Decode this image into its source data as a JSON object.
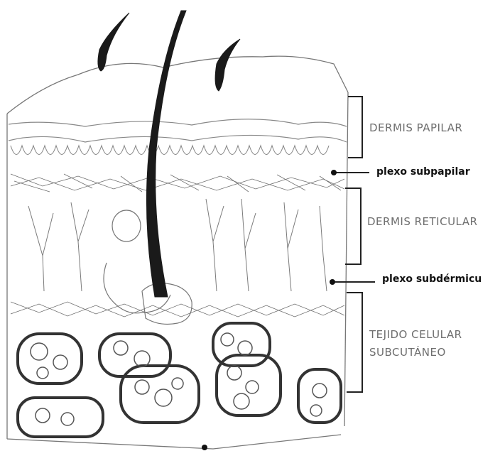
{
  "labels": {
    "dermis_papilar": "DERMIS PAPILAR",
    "plexo_subpapilar": "plexo subpapilar",
    "dermis_reticular": "DERMIS RETICULAR",
    "plexo_subdermico": "plexo subdérmicu",
    "tejido_line1": "TEJIDO CELULAR",
    "tejido_line2": "SUBCUTÁNEO"
  },
  "colors": {
    "ink": "#1a1a1a",
    "line": "#777777",
    "vessel": "#5a5a5a",
    "label_thin": "#6e6e6e",
    "label_bold": "#111111"
  }
}
